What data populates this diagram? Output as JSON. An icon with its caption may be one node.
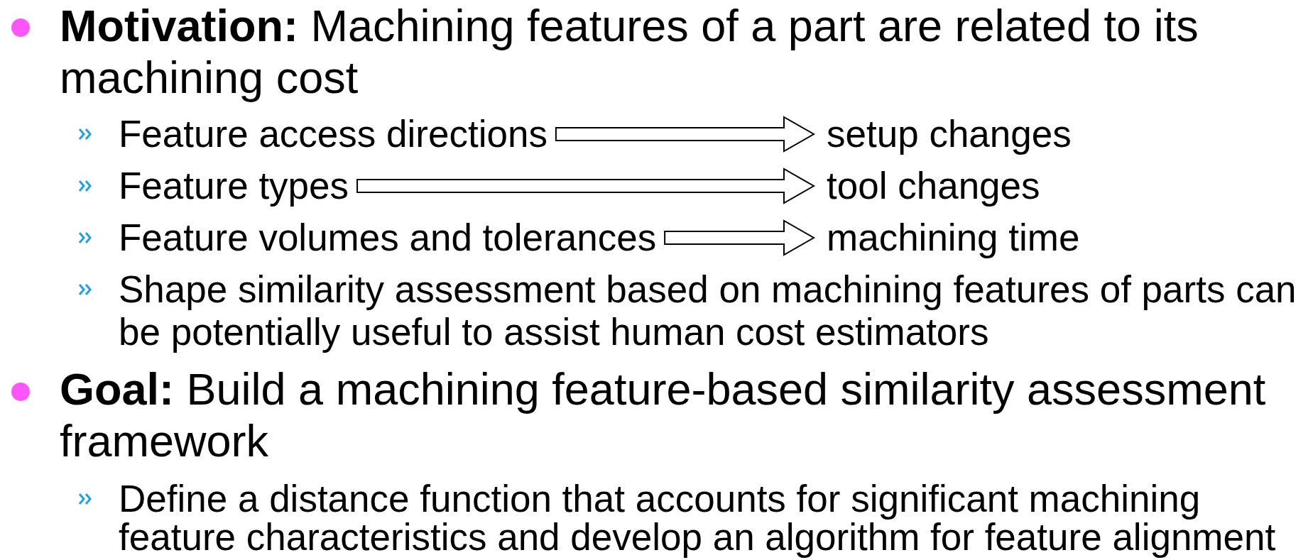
{
  "diagram": {
    "nodes": [
      {
        "text": [
          "Feature access directions"
        ]
      },
      {
        "text": [
          "setup changes"
        ]
      },
      {
        "text": [
          "Feature types"
        ]
      },
      {
        "text": [
          "tool changes"
        ]
      },
      {
        "text": [
          "Feature volumes and tolerances"
        ]
      },
      {
        "text": [
          "machining time"
        ]
      }
    ],
    "edges": [
      {
        "from": 0,
        "to": 1,
        "arrow": "to"
      },
      {
        "from": 2,
        "to": 3,
        "arrow": "to"
      },
      {
        "from": 4,
        "to": 5,
        "arrow": "to"
      }
    ],
    "labels": [
      "**Motivation:** Machining features of a part are related to its machining cost",
      "Shape similarity assessment based on machining features of parts can be potentially useful to assist human cost estimators",
      "**Goal:** Build a machining feature-based similarity assessment framework",
      "Define a distance function that accounts for significant machining feature characteristics and develop an algorithm for feature alignment"
    ]
  }
}
